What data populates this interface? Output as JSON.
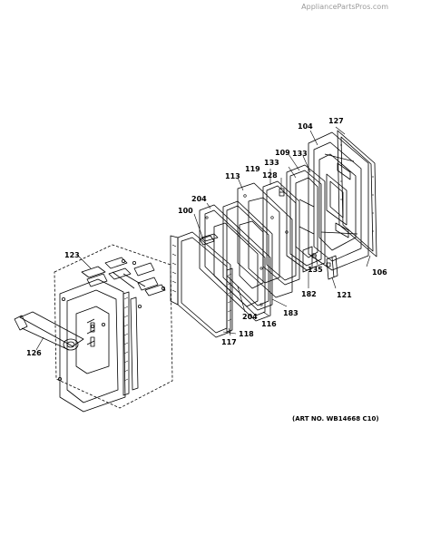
{
  "watermark": "AppliancePartsPros.com",
  "art_number": "(ART NO. WB14668 C10)",
  "parts": {
    "p100": "100",
    "p104": "104",
    "p106": "106",
    "p109": "109",
    "p113": "113",
    "p116": "116",
    "p117": "117",
    "p118": "118",
    "p119": "119",
    "p121": "121",
    "p123": "123",
    "p126": "126",
    "p127": "127",
    "p128": "128",
    "p133a": "133",
    "p133b": "133",
    "p135": "135",
    "p182": "182",
    "p183": "183",
    "p204a": "204",
    "p204b": "204"
  }
}
